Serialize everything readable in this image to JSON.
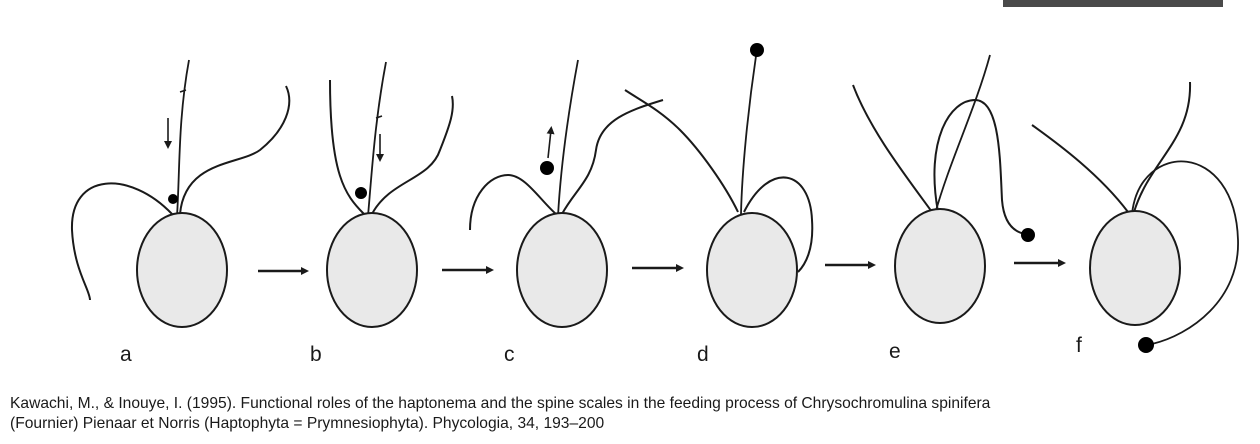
{
  "panels": [
    {
      "id": "a",
      "label": "a"
    },
    {
      "id": "b",
      "label": "b"
    },
    {
      "id": "c",
      "label": "c"
    },
    {
      "id": "d",
      "label": "d"
    },
    {
      "id": "e",
      "label": "e"
    },
    {
      "id": "f",
      "label": "f"
    }
  ],
  "caption": {
    "line1": "Kawachi, M., & Inouye, I. (1995). Functional roles of the haptonema and the spine scales in the feeding process of Chrysochromulina spinifera",
    "line2": "(Fournier) Pienaar et Norris (Haptophyta = Prymnesiophyta). Phycologia, 34, 193–200"
  },
  "colors": {
    "cell_fill": "#e9e9e9",
    "line": "#1a1a1a",
    "prey": "#000000"
  }
}
